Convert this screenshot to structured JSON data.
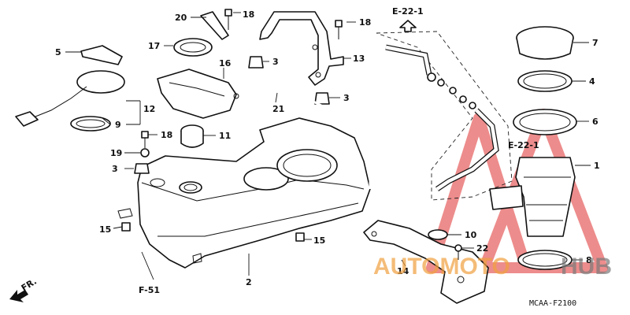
{
  "diagram": {
    "callouts": [
      "20",
      "18",
      "18",
      "17",
      "5",
      "16",
      "3",
      "13",
      "12",
      "9",
      "21",
      "3",
      "18",
      "11",
      "19",
      "3",
      "15",
      "15",
      "2",
      "7",
      "4",
      "6",
      "1",
      "10",
      "22",
      "8",
      "14"
    ],
    "references": {
      "top": "E-22-1",
      "mid": "E-22-1",
      "left": "F-51"
    },
    "front_marker": "FR.",
    "diagram_code": "MCAA-F2100"
  },
  "watermark": {
    "text_orange": "AUTOMOTO",
    "text_gray": "HUB",
    "color_orange": "#f0a040",
    "color_gray": "#7a7a7a",
    "color_red": "#e03030"
  }
}
